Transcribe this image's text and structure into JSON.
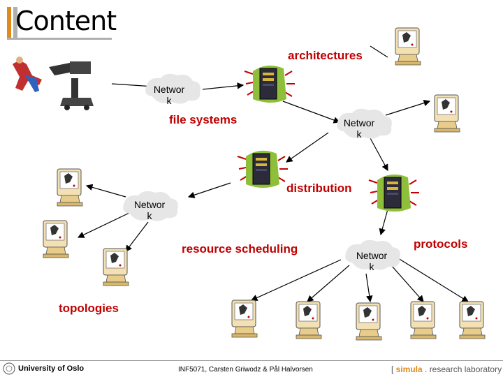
{
  "title": "Content",
  "labels": {
    "architectures": "architectures",
    "file_systems": "file systems",
    "distribution": "distribution",
    "resource_scheduling": "resource scheduling",
    "protocols": "protocols",
    "topologies": "topologies"
  },
  "network": {
    "line1": "Networ",
    "line2": "k"
  },
  "footer": {
    "university": "University of Oslo",
    "credit": "INF5071, Carsten Griwodz & Pål Halvorsen",
    "lab_open": "[ ",
    "lab_brand": "simula",
    "lab_rest": " . research laboratory ]"
  },
  "colors": {
    "accent": "#e08a1e",
    "label_red": "#c00000",
    "server_dark": "#2b2b3a",
    "cloud": "#e6e6e6"
  }
}
